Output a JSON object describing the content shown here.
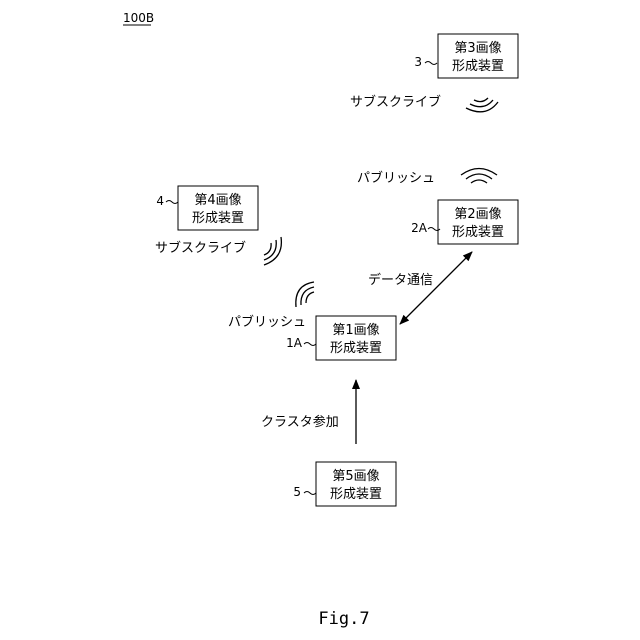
{
  "figure_id": "100B",
  "figure_caption": "Fig.7",
  "devices": {
    "d3": {
      "ref": "3",
      "line1": "第3画像",
      "line2": "形成装置"
    },
    "d4": {
      "ref": "4",
      "line1": "第4画像",
      "line2": "形成装置"
    },
    "d2": {
      "ref": "2A",
      "line1": "第2画像",
      "line2": "形成装置"
    },
    "d1": {
      "ref": "1A",
      "line1": "第1画像",
      "line2": "形成装置"
    },
    "d5": {
      "ref": "5",
      "line1": "第5画像",
      "line2": "形成装置"
    }
  },
  "labels": {
    "subscribe_top": "サブスクライブ",
    "publish_right": "パブリッシュ",
    "subscribe_left": "サブスクライブ",
    "publish_left": "パブリッシュ",
    "data_comm": "データ通信",
    "cluster_join": "クラスタ参加"
  },
  "colors": {
    "line": "#000000",
    "background": "#ffffff"
  }
}
